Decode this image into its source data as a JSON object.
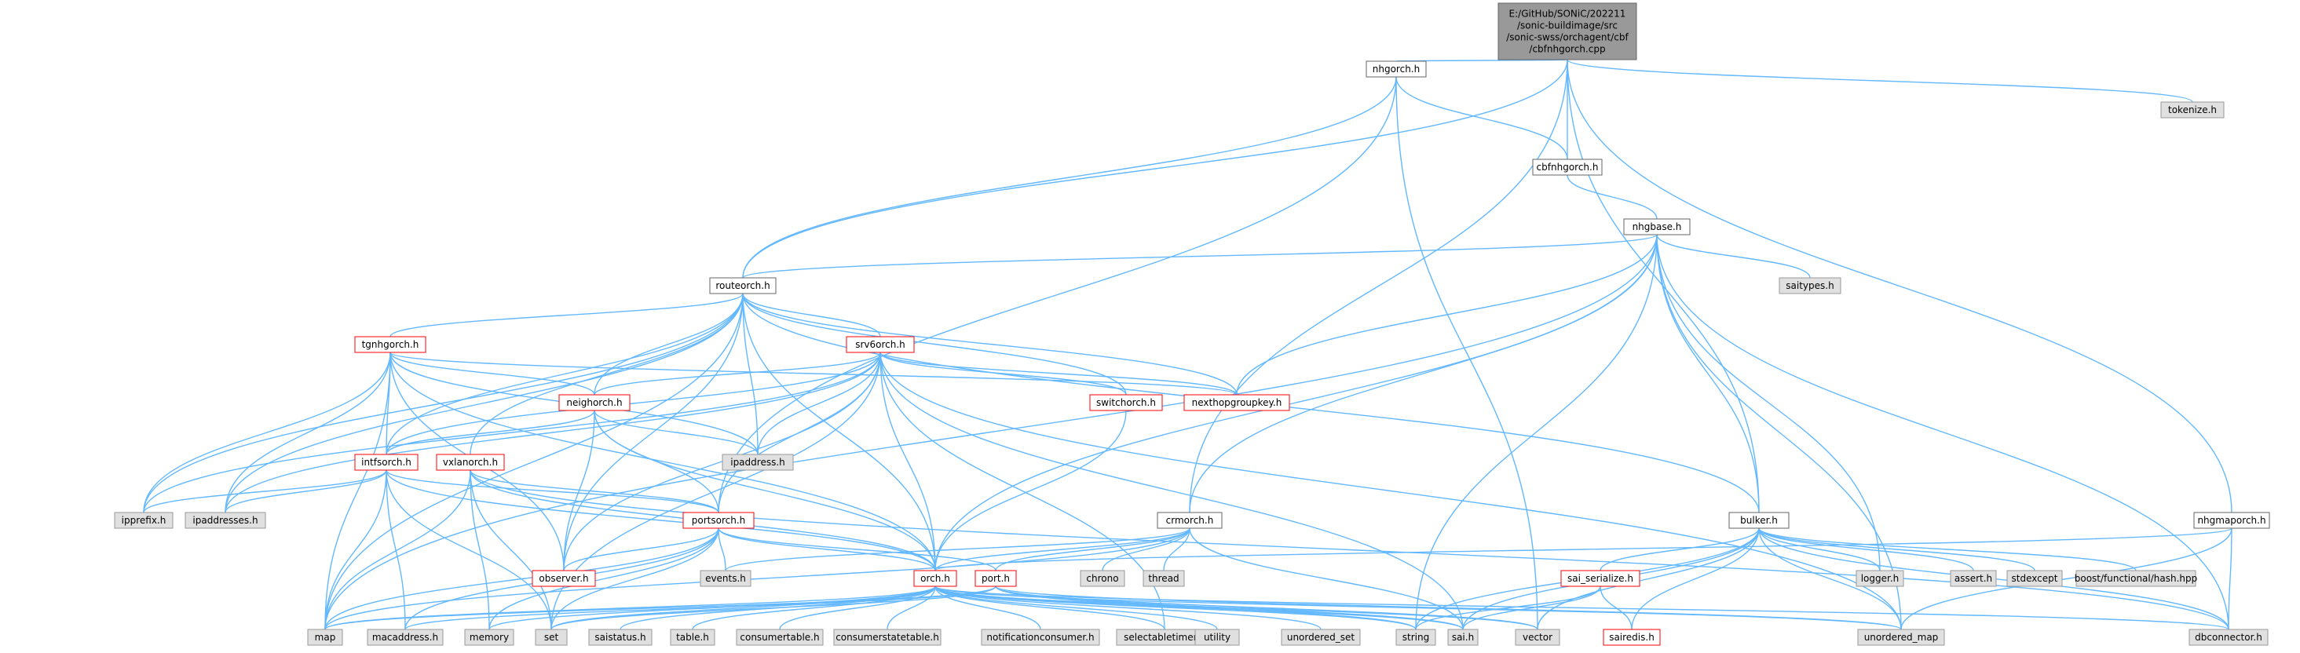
{
  "diagram": {
    "type": "include-dependency-graph",
    "colors": {
      "edge": "#63b8ff",
      "root_fill": "#999999",
      "node_border": "#666666",
      "system_header_fill": "#e0e0e0",
      "truncated_border": "#ff0000"
    },
    "nodes": [
      {
        "id": "root",
        "kind": "root",
        "lines": [
          "E:/GitHub/SONiC/202211",
          "/sonic-buildimage/src",
          "/sonic-swss/orchagent/cbf",
          "/cbfnhgorch.cpp"
        ]
      },
      {
        "id": "nhgorch",
        "kind": "white",
        "lines": [
          "nhgorch.h"
        ]
      },
      {
        "id": "tokenize",
        "kind": "grey",
        "lines": [
          "tokenize.h"
        ]
      },
      {
        "id": "cbfnhgorch",
        "kind": "white",
        "lines": [
          "cbfnhgorch.h"
        ]
      },
      {
        "id": "nhgbase",
        "kind": "white",
        "lines": [
          "nhgbase.h"
        ]
      },
      {
        "id": "routeorch",
        "kind": "white",
        "lines": [
          "routeorch.h"
        ]
      },
      {
        "id": "saitypes",
        "kind": "grey",
        "lines": [
          "saitypes.h"
        ]
      },
      {
        "id": "tgnhgorch",
        "kind": "red",
        "lines": [
          "tgnhgorch.h"
        ]
      },
      {
        "id": "srv6orch",
        "kind": "red",
        "lines": [
          "srv6orch.h"
        ]
      },
      {
        "id": "neighorch",
        "kind": "red",
        "lines": [
          "neighorch.h"
        ]
      },
      {
        "id": "switchorch",
        "kind": "red",
        "lines": [
          "switchorch.h"
        ]
      },
      {
        "id": "nexthopgroupkey",
        "kind": "red",
        "lines": [
          "nexthopgroupkey.h"
        ]
      },
      {
        "id": "ipaddress",
        "kind": "grey",
        "lines": [
          "ipaddress.h"
        ]
      },
      {
        "id": "intfsorch",
        "kind": "red",
        "lines": [
          "intfsorch.h"
        ]
      },
      {
        "id": "vxlanorch",
        "kind": "red",
        "lines": [
          "vxlanorch.h"
        ]
      },
      {
        "id": "ipprefix",
        "kind": "grey",
        "lines": [
          "ipprefix.h"
        ]
      },
      {
        "id": "ipaddresses",
        "kind": "grey",
        "lines": [
          "ipaddresses.h"
        ]
      },
      {
        "id": "portsorch",
        "kind": "red",
        "lines": [
          "portsorch.h"
        ]
      },
      {
        "id": "crmorch",
        "kind": "white",
        "lines": [
          "crmorch.h"
        ]
      },
      {
        "id": "bulker",
        "kind": "white",
        "lines": [
          "bulker.h"
        ]
      },
      {
        "id": "nhgmaporch",
        "kind": "white",
        "lines": [
          "nhgmaporch.h"
        ]
      },
      {
        "id": "events",
        "kind": "grey",
        "lines": [
          "events.h"
        ]
      },
      {
        "id": "chrono",
        "kind": "grey",
        "lines": [
          "chrono"
        ]
      },
      {
        "id": "thread",
        "kind": "grey",
        "lines": [
          "thread"
        ]
      },
      {
        "id": "logger",
        "kind": "grey",
        "lines": [
          "logger.h"
        ]
      },
      {
        "id": "assert",
        "kind": "grey",
        "lines": [
          "assert.h"
        ]
      },
      {
        "id": "stdexcept",
        "kind": "grey",
        "lines": [
          "stdexcept"
        ]
      },
      {
        "id": "boosthash",
        "kind": "grey",
        "lines": [
          "boost/functional/hash.hpp"
        ]
      },
      {
        "id": "observer",
        "kind": "red",
        "lines": [
          "observer.h"
        ]
      },
      {
        "id": "orch",
        "kind": "red",
        "lines": [
          "orch.h"
        ]
      },
      {
        "id": "port",
        "kind": "red",
        "lines": [
          "port.h"
        ]
      },
      {
        "id": "sai_serialize",
        "kind": "red",
        "lines": [
          "sai_serialize.h"
        ]
      },
      {
        "id": "map",
        "kind": "grey",
        "lines": [
          "map"
        ]
      },
      {
        "id": "macaddress",
        "kind": "grey",
        "lines": [
          "macaddress.h"
        ]
      },
      {
        "id": "memory",
        "kind": "grey",
        "lines": [
          "memory"
        ]
      },
      {
        "id": "set",
        "kind": "grey",
        "lines": [
          "set"
        ]
      },
      {
        "id": "saistatus",
        "kind": "grey",
        "lines": [
          "saistatus.h"
        ]
      },
      {
        "id": "table",
        "kind": "grey",
        "lines": [
          "table.h"
        ]
      },
      {
        "id": "consumertable",
        "kind": "grey",
        "lines": [
          "consumertable.h"
        ]
      },
      {
        "id": "consumerstatetable",
        "kind": "grey",
        "lines": [
          "consumerstatetable.h"
        ]
      },
      {
        "id": "notificationconsumer",
        "kind": "grey",
        "lines": [
          "notificationconsumer.h"
        ]
      },
      {
        "id": "selectabletimer",
        "kind": "grey",
        "lines": [
          "selectabletimer.h"
        ]
      },
      {
        "id": "utility",
        "kind": "grey",
        "lines": [
          "utility"
        ]
      },
      {
        "id": "unordered_set",
        "kind": "grey",
        "lines": [
          "unordered_set"
        ]
      },
      {
        "id": "string",
        "kind": "grey",
        "lines": [
          "string"
        ]
      },
      {
        "id": "sai",
        "kind": "grey",
        "lines": [
          "sai.h"
        ]
      },
      {
        "id": "vector",
        "kind": "grey",
        "lines": [
          "vector"
        ]
      },
      {
        "id": "sairedis",
        "kind": "red",
        "lines": [
          "sairedis.h"
        ]
      },
      {
        "id": "unordered_map",
        "kind": "grey",
        "lines": [
          "unordered_map"
        ]
      },
      {
        "id": "dbconnector",
        "kind": "grey",
        "lines": [
          "dbconnector.h"
        ]
      }
    ],
    "edges": [
      [
        "root",
        "nhgorch"
      ],
      [
        "root",
        "tokenize"
      ],
      [
        "root",
        "cbfnhgorch"
      ],
      [
        "root",
        "routeorch"
      ],
      [
        "root",
        "crmorch"
      ],
      [
        "root",
        "bulker"
      ],
      [
        "root",
        "nhgmaporch"
      ],
      [
        "nhgorch",
        "cbfnhgorch"
      ],
      [
        "nhgorch",
        "routeorch"
      ],
      [
        "nhgorch",
        "portsorch"
      ],
      [
        "nhgorch",
        "vector"
      ],
      [
        "cbfnhgorch",
        "nhgbase"
      ],
      [
        "nhgbase",
        "routeorch"
      ],
      [
        "nhgbase",
        "saitypes"
      ],
      [
        "nhgbase",
        "nexthopgroupkey"
      ],
      [
        "nhgbase",
        "bulker"
      ],
      [
        "nhgbase",
        "crmorch"
      ],
      [
        "nhgbase",
        "orch"
      ],
      [
        "nhgbase",
        "map"
      ],
      [
        "nhgbase",
        "string"
      ],
      [
        "nhgbase",
        "logger"
      ],
      [
        "nhgbase",
        "unordered_map"
      ],
      [
        "nhgbase",
        "dbconnector"
      ],
      [
        "routeorch",
        "tgnhgorch"
      ],
      [
        "routeorch",
        "srv6orch"
      ],
      [
        "routeorch",
        "neighorch"
      ],
      [
        "routeorch",
        "switchorch"
      ],
      [
        "routeorch",
        "nexthopgroupkey"
      ],
      [
        "routeorch",
        "ipaddress"
      ],
      [
        "routeorch",
        "intfsorch"
      ],
      [
        "routeorch",
        "vxlanorch"
      ],
      [
        "routeorch",
        "ipprefix"
      ],
      [
        "routeorch",
        "ipaddresses"
      ],
      [
        "routeorch",
        "observer"
      ],
      [
        "routeorch",
        "orch"
      ],
      [
        "routeorch",
        "bulker"
      ],
      [
        "routeorch",
        "map"
      ],
      [
        "tgnhgorch",
        "neighorch"
      ],
      [
        "tgnhgorch",
        "intfsorch"
      ],
      [
        "tgnhgorch",
        "ipprefix"
      ],
      [
        "tgnhgorch",
        "ipaddresses"
      ],
      [
        "tgnhgorch",
        "ipaddress"
      ],
      [
        "tgnhgorch",
        "nexthopgroupkey"
      ],
      [
        "tgnhgorch",
        "orch"
      ],
      [
        "tgnhgorch",
        "observer"
      ],
      [
        "tgnhgorch",
        "map"
      ],
      [
        "srv6orch",
        "neighorch"
      ],
      [
        "srv6orch",
        "switchorch"
      ],
      [
        "srv6orch",
        "nexthopgroupkey"
      ],
      [
        "srv6orch",
        "ipaddress"
      ],
      [
        "srv6orch",
        "intfsorch"
      ],
      [
        "srv6orch",
        "ipprefix"
      ],
      [
        "srv6orch",
        "ipaddresses"
      ],
      [
        "srv6orch",
        "portsorch"
      ],
      [
        "srv6orch",
        "orch"
      ],
      [
        "srv6orch",
        "observer"
      ],
      [
        "srv6orch",
        "sai"
      ],
      [
        "srv6orch",
        "set"
      ],
      [
        "srv6orch",
        "unordered_map"
      ],
      [
        "srv6orch",
        "selectabletimer"
      ],
      [
        "neighorch",
        "ipaddress"
      ],
      [
        "neighorch",
        "intfsorch"
      ],
      [
        "neighorch",
        "portsorch"
      ],
      [
        "neighorch",
        "orch"
      ],
      [
        "neighorch",
        "observer"
      ],
      [
        "switchorch",
        "orch"
      ],
      [
        "intfsorch",
        "portsorch"
      ],
      [
        "intfsorch",
        "ipprefix"
      ],
      [
        "intfsorch",
        "ipaddresses"
      ],
      [
        "intfsorch",
        "macaddress"
      ],
      [
        "intfsorch",
        "set"
      ],
      [
        "intfsorch",
        "map"
      ],
      [
        "intfsorch",
        "orch"
      ],
      [
        "vxlanorch",
        "portsorch"
      ],
      [
        "vxlanorch",
        "orch"
      ],
      [
        "vxlanorch",
        "memory"
      ],
      [
        "vxlanorch",
        "set"
      ],
      [
        "vxlanorch",
        "map"
      ],
      [
        "vxlanorch",
        "dbconnector"
      ],
      [
        "portsorch",
        "observer"
      ],
      [
        "portsorch",
        "events"
      ],
      [
        "portsorch",
        "orch"
      ],
      [
        "portsorch",
        "port"
      ],
      [
        "portsorch",
        "macaddress"
      ],
      [
        "portsorch",
        "map"
      ],
      [
        "portsorch",
        "memory"
      ],
      [
        "portsorch",
        "set"
      ],
      [
        "crmorch",
        "chrono"
      ],
      [
        "crmorch",
        "thread"
      ],
      [
        "crmorch",
        "orch"
      ],
      [
        "crmorch",
        "port"
      ],
      [
        "crmorch",
        "events"
      ],
      [
        "crmorch",
        "map"
      ],
      [
        "crmorch",
        "sai"
      ],
      [
        "bulker",
        "logger"
      ],
      [
        "bulker",
        "assert"
      ],
      [
        "bulker",
        "stdexcept"
      ],
      [
        "bulker",
        "boosthash"
      ],
      [
        "bulker",
        "sai_serialize"
      ],
      [
        "bulker",
        "unordered_map"
      ],
      [
        "bulker",
        "dbconnector"
      ],
      [
        "bulker",
        "sai"
      ],
      [
        "bulker",
        "vector"
      ],
      [
        "bulker",
        "string"
      ],
      [
        "bulker",
        "sairedis"
      ],
      [
        "nhgmaporch",
        "orch"
      ],
      [
        "nhgmaporch",
        "dbconnector"
      ],
      [
        "nhgmaporch",
        "unordered_map"
      ],
      [
        "orch",
        "map"
      ],
      [
        "orch",
        "memory"
      ],
      [
        "orch",
        "set"
      ],
      [
        "orch",
        "saistatus"
      ],
      [
        "orch",
        "table"
      ],
      [
        "orch",
        "consumertable"
      ],
      [
        "orch",
        "consumerstatetable"
      ],
      [
        "orch",
        "notificationconsumer"
      ],
      [
        "orch",
        "selectabletimer"
      ],
      [
        "orch",
        "utility"
      ],
      [
        "orch",
        "unordered_set"
      ],
      [
        "orch",
        "string"
      ],
      [
        "orch",
        "sai"
      ],
      [
        "orch",
        "vector"
      ],
      [
        "orch",
        "unordered_map"
      ],
      [
        "orch",
        "dbconnector"
      ],
      [
        "port",
        "map"
      ],
      [
        "port",
        "set"
      ],
      [
        "port",
        "string"
      ],
      [
        "port",
        "sai"
      ],
      [
        "port",
        "vector"
      ],
      [
        "port",
        "unordered_map"
      ],
      [
        "port",
        "macaddress"
      ],
      [
        "sai_serialize",
        "sai"
      ],
      [
        "sai_serialize",
        "sairedis"
      ],
      [
        "sai_serialize",
        "string"
      ]
    ]
  }
}
